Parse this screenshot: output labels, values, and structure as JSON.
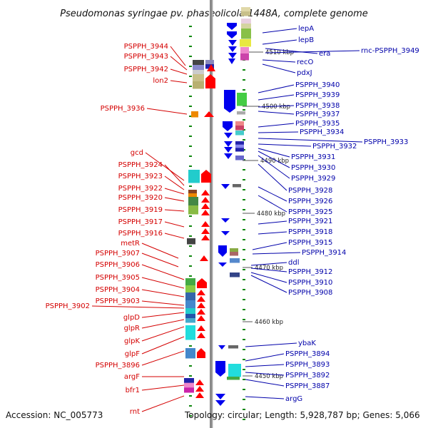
{
  "title": "Pseudomonas syringae pv. phaseolicola 1448A, complete genome",
  "footer": {
    "accession": "Accession: NC_005773",
    "stats": "Topology: circular; Length: 5,928,787 bp; Genes: 5,066"
  },
  "kbp_marks": [
    "4510 kbp",
    "4500 kbp",
    "4490 kbp",
    "4480 kbp",
    "4470 kbp",
    "4460 kbp",
    "4450 kbp"
  ],
  "left_labels": [
    "PSPPH_3944",
    "PSPPH_3943",
    "PSPPH_3942",
    "lon2",
    "PSPPH_3936",
    "gcd",
    "PSPPH_3924",
    "PSPPH_3923",
    "PSPPH_3922",
    "PSPPH_3920",
    "PSPPH_3919",
    "PSPPH_3917",
    "PSPPH_3916",
    "metR",
    "PSPPH_3907",
    "PSPPH_3906",
    "PSPPH_3905",
    "PSPPH_3904",
    "PSPPH_3903",
    "PSPPH_3902",
    "glpD",
    "glpR",
    "glpK",
    "glpF",
    "PSPPH_3896",
    "argF",
    "bfr1",
    "rnt"
  ],
  "right_labels": [
    "lepA",
    "lepB",
    "era",
    "rnc-PSPPH_3949",
    "recO",
    "pdxJ",
    "PSPPH_3940",
    "PSPPH_3939",
    "PSPPH_3938",
    "PSPPH_3937",
    "PSPPH_3935",
    "PSPPH_3934",
    "PSPPH_3933",
    "PSPPH_3932",
    "PSPPH_3931",
    "PSPPH_3930",
    "PSPPH_3929",
    "PSPPH_3928",
    "PSPPH_3926",
    "PSPPH_3925",
    "PSPPH_3921",
    "PSPPH_3918",
    "PSPPH_3915",
    "PSPPH_3914",
    "ddl",
    "PSPPH_3912",
    "PSPPH_3910",
    "PSPPH_3908",
    "ybaK",
    "PSPPH_3894",
    "PSPPH_3893",
    "PSPPH_3892",
    "PSPPH_3887",
    "argG"
  ],
  "colors": {
    "left_label": "#d40000",
    "right_label": "#0000aa",
    "forward_arrow": "#ff0000",
    "reverse_arrow": "#0000ee",
    "backbone": "#8a8a8a",
    "tick": "#118811"
  }
}
